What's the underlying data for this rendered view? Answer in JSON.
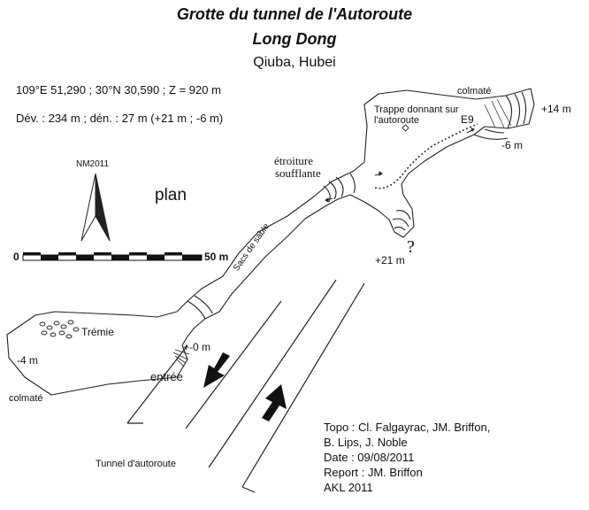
{
  "header": {
    "title": "Grotte du tunnel de l'Autoroute",
    "subtitle": "Long Dong",
    "location": "Qiuba, Hubei"
  },
  "info": {
    "coords": "109°E 51,290 ; 30°N 30,590 ; Z = 920 m",
    "dev": "Dév. : 234 m ; dén. : 27 m (+21 m ; -6 m)"
  },
  "north": {
    "label": "NM2011"
  },
  "plan_label": "plan",
  "scale": {
    "start": "0",
    "end": "50 m"
  },
  "labels": {
    "colmate_top": "colmaté",
    "trappe_1": "Trappe donnant sur",
    "trappe_2": "l'autoroute",
    "plus14": "+14 m",
    "e9": "E9",
    "minus6": "-6 m",
    "etroiture": "étroiture",
    "soufflante": "soufflante",
    "plus21": "+21 m",
    "question": "?",
    "sacs": "Sacs de sable",
    "tremie": "Trémie",
    "zero": "+-0 m",
    "minus4": "-4 m",
    "entree": "entrée",
    "colmate_bottom": "colmaté",
    "tunnel": "Tunnel d'autoroute"
  },
  "credits": {
    "line1": "Topo : Cl. Falgayrac, JM. Briffon,",
    "line2": "B. Lips, J. Noble",
    "line3": "Date : 09/08/2011",
    "line4": "Report : JM. Briffon",
    "line5": "AKL 2011"
  }
}
